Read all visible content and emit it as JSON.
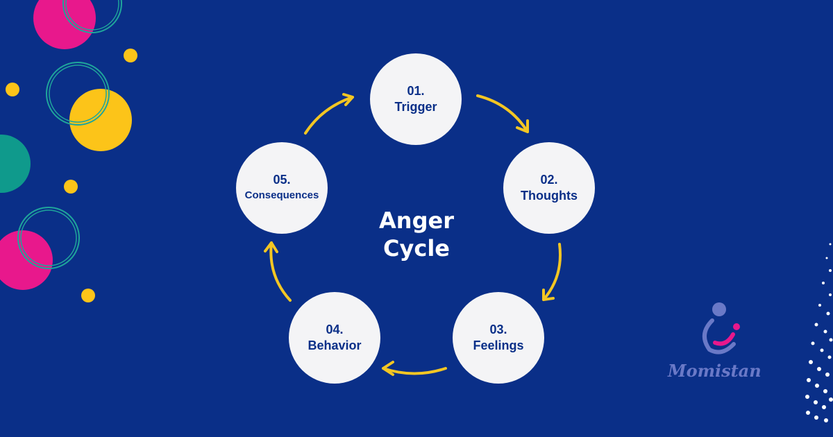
{
  "diagram": {
    "title": "Anger Cycle",
    "steps": [
      {
        "number": "01.",
        "label": "Trigger"
      },
      {
        "number": "02.",
        "label": "Thoughts"
      },
      {
        "number": "03.",
        "label": "Feelings"
      },
      {
        "number": "04.",
        "label": "Behavior"
      },
      {
        "number": "05.",
        "label": "Consequences"
      }
    ]
  },
  "brand": {
    "name": "Momistan"
  },
  "colors": {
    "background": "#0a2f88",
    "node_fill": "#f4f4f6",
    "node_text": "#0a2f88",
    "arrow": "#f3c623",
    "accent_pink": "#e8188c",
    "accent_yellow": "#fcc419",
    "accent_teal": "#0f9a8c"
  }
}
